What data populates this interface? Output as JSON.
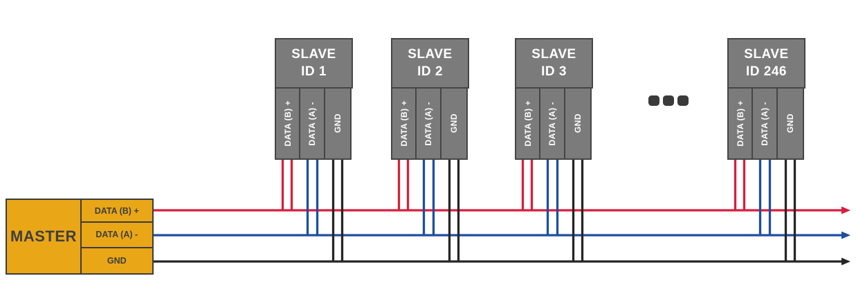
{
  "master": {
    "label": "MASTER",
    "terminals": [
      "DATA (B) +",
      "DATA (A) -",
      "GND"
    ]
  },
  "slaves": [
    {
      "line1": "SLAVE",
      "line2": "ID 1"
    },
    {
      "line1": "SLAVE",
      "line2": "ID 2"
    },
    {
      "line1": "SLAVE",
      "line2": "ID 3"
    },
    {
      "line1": "SLAVE",
      "line2": "ID 246"
    }
  ],
  "slave_terminals": [
    "DATA (B) +",
    "DATA (A) -",
    "GND"
  ],
  "signals": [
    {
      "id": "data-b-plus",
      "label": "DATA (B) +",
      "color": "#D81E3D"
    },
    {
      "id": "data-a-minus",
      "label": "DATA (A) -",
      "color": "#1F4E9F"
    },
    {
      "id": "gnd",
      "label": "GND",
      "color": "#262626"
    }
  ],
  "continuation_dots": 3,
  "colors": {
    "background": "#FFFFFF",
    "master_fill": "#E9A617",
    "master_border": "#3C3C3C",
    "master_text": "#3F3F3F",
    "slave_fill": "#7B7B7B",
    "slave_border": "#454545",
    "slave_text": "#FFFFFF",
    "dots": "#3A3A3A"
  }
}
